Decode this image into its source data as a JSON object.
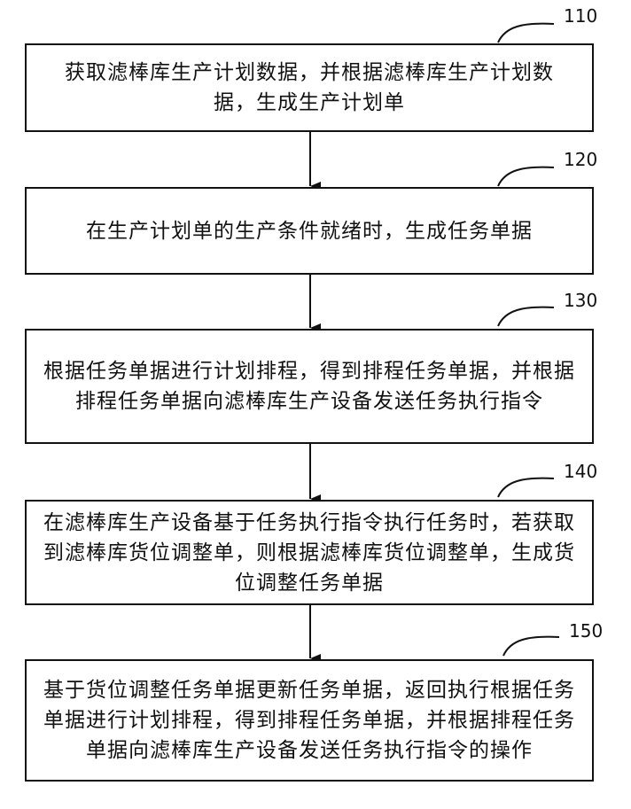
{
  "steps": [
    {
      "id": "110",
      "text": "获取滤棒库生产计划数据，并根据滤棒库生产计划数据，生成生产计划单"
    },
    {
      "id": "120",
      "text": "在生产计划单的生产条件就绪时，生成任务单据"
    },
    {
      "id": "130",
      "text": "根据任务单据进行计划排程，得到排程任务单据，并根据排程任务单据向滤棒库生产设备发送任务执行指令"
    },
    {
      "id": "140",
      "text": "在滤棒库生产设备基于任务执行指令执行任务时，若获取到滤棒库货位调整单，则根据滤棒库货位调整单，生成货位调整任务单据"
    },
    {
      "id": "150",
      "text": "基于货位调整任务单据更新任务单据，返回执行根据任务单据进行计划排程，得到排程任务单据，并根据排程任务单据向滤棒库生产设备发送任务执行指令的操作"
    }
  ]
}
